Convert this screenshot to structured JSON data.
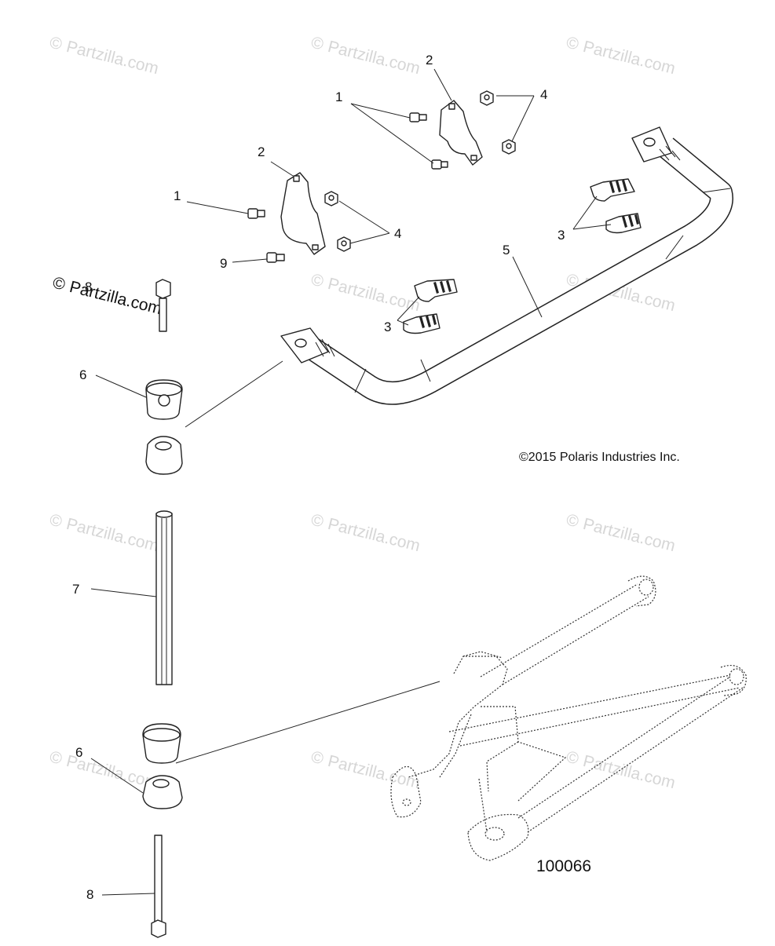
{
  "diagram": {
    "callouts": [
      {
        "id": "c1a",
        "text": "1"
      },
      {
        "id": "c1b",
        "text": "1"
      },
      {
        "id": "c2a",
        "text": "2"
      },
      {
        "id": "c2b",
        "text": "2"
      },
      {
        "id": "c3a",
        "text": "3"
      },
      {
        "id": "c3b",
        "text": "3"
      },
      {
        "id": "c4a",
        "text": "4"
      },
      {
        "id": "c4b",
        "text": "4"
      },
      {
        "id": "c5",
        "text": "5"
      },
      {
        "id": "c6a",
        "text": "6"
      },
      {
        "id": "c6b",
        "text": "6"
      },
      {
        "id": "c7",
        "text": "7"
      },
      {
        "id": "c8a",
        "text": "8"
      },
      {
        "id": "c8b",
        "text": "8"
      },
      {
        "id": "c9",
        "text": "9"
      }
    ],
    "watermark_text": "Partzilla.com",
    "watermark_symbol": "©",
    "copyright": "©2015 Polaris Industries Inc.",
    "reference_number": "100066"
  }
}
